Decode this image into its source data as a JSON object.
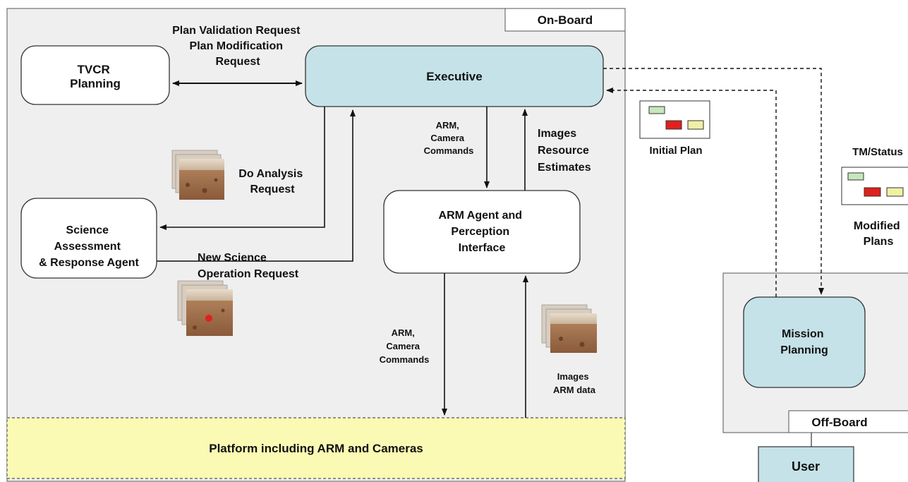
{
  "regions": {
    "onboard_label": "On-Board",
    "offboard_label": "Off-Board",
    "platform_label": "Platform including ARM and Cameras"
  },
  "nodes": {
    "tvcr": [
      "TVCR",
      "Planning"
    ],
    "executive": "Executive",
    "science": [
      "Science",
      "Assessment",
      "& Response Agent"
    ],
    "arm_agent": [
      "ARM Agent and",
      "Perception",
      "Interface"
    ],
    "mission": [
      "Mission",
      "Planning"
    ],
    "user": "User"
  },
  "edge_labels": {
    "plan_validation": [
      "Plan Validation Request",
      "Plan Modification",
      "Request"
    ],
    "do_analysis": [
      "Do Analysis",
      "Request"
    ],
    "new_science": [
      "New Science",
      "Operation Request"
    ],
    "arm_cam_upper": [
      "ARM,",
      "Camera",
      "Commands"
    ],
    "images_resource": [
      "Images",
      "Resource",
      "Estimates"
    ],
    "arm_cam_lower": [
      "ARM,",
      "Camera",
      "Commands"
    ],
    "images_arm_data": [
      "Images",
      "ARM data"
    ],
    "initial_plan": "Initial Plan",
    "tm_status": "TM/Status",
    "modified_plans": [
      "Modified",
      "Plans"
    ]
  },
  "colors": {
    "node_teal": "#c4e2e8",
    "onboard_bg": "#efefef",
    "platform_yellow": "#fafab4",
    "plan_green": "#c8e6bd",
    "plan_red": "#e0201e",
    "plan_yellow": "#f0f0a6"
  },
  "icons": [
    "mars-terrain-photo-icon",
    "mars-terrain-photo-icon",
    "mars-terrain-photo-icon",
    "plan-schedule-icon",
    "plan-schedule-icon"
  ]
}
